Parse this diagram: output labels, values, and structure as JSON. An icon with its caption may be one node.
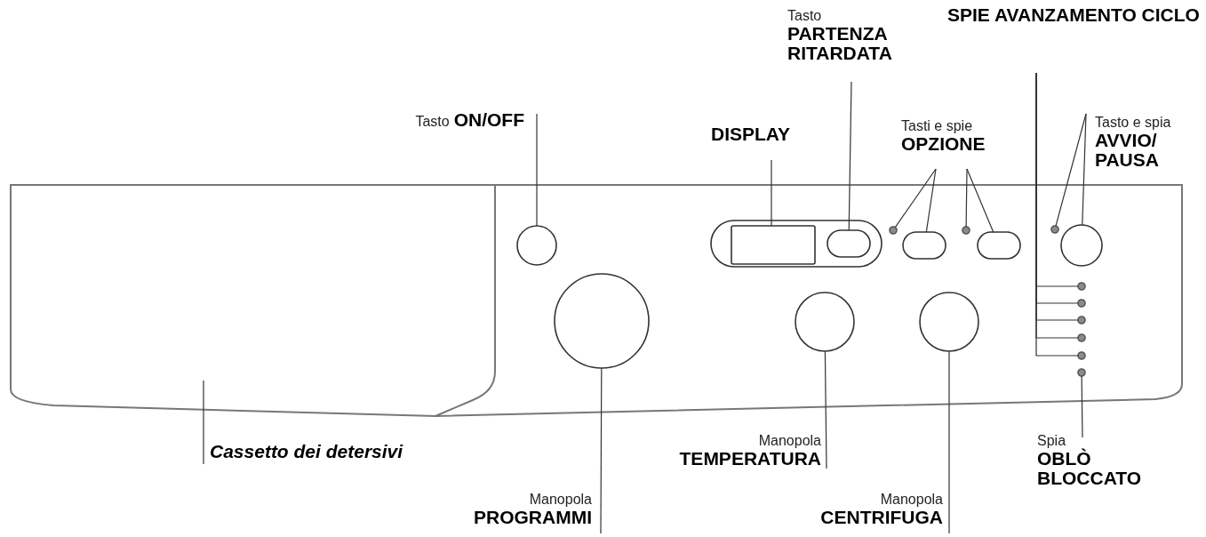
{
  "diagram": {
    "nodes": [
      {
        "text": [
          "Tasto",
          "ON/OFF"
        ]
      },
      {
        "text": [
          "DISPLAY"
        ]
      },
      {
        "text": [
          "Tasto",
          "PARTENZA RITARDATA"
        ]
      },
      {
        "text": [
          "Tasti e spie",
          "OPZIONE"
        ]
      },
      {
        "text": [
          "SPIE AVANZAMENTO CICLO"
        ]
      },
      {
        "text": [
          "Tasto e spia",
          "AVVIO/ PAUSA"
        ]
      },
      {
        "text": [
          "Cassetto dei detersivi"
        ]
      },
      {
        "text": [
          "Manopola",
          "PROGRAMMI"
        ]
      },
      {
        "text": [
          "Manopola",
          "TEMPERATURA"
        ]
      },
      {
        "text": [
          "Manopola",
          "CENTRIFUGA"
        ]
      },
      {
        "text": [
          "Spia",
          "OBLÒ BLOCCATO"
        ]
      },
      {
        "text": [],
        "shape": "box"
      },
      {
        "text": [],
        "shape": "circle"
      },
      {
        "text": [],
        "shape": "circle"
      },
      {
        "text": [],
        "shape": "box"
      },
      {
        "text": [],
        "shape": "oval"
      },
      {
        "text": [],
        "shape": "circle"
      },
      {
        "text": [],
        "shape": "oval"
      },
      {
        "text": [],
        "shape": "circle"
      },
      {
        "text": [],
        "shape": "oval"
      },
      {
        "text": [],
        "shape": "circle"
      },
      {
        "text": [],
        "shape": "circle"
      },
      {
        "text": [],
        "shape": "circle"
      },
      {
        "text": [],
        "shape": "circle"
      },
      {
        "text": [],
        "shape": "circle"
      },
      {
        "text": [],
        "shape": "circle"
      },
      {
        "text": [],
        "shape": "circle"
      },
      {
        "text": [],
        "shape": "circle"
      },
      {
        "text": [],
        "shape": "circle"
      },
      {
        "text": [],
        "shape": "circle"
      }
    ],
    "edges": [
      {
        "from": 0,
        "to": 12,
        "arrow": "none"
      },
      {
        "from": 1,
        "to": 14,
        "arrow": "none"
      },
      {
        "from": 2,
        "to": 15,
        "arrow": "none"
      },
      {
        "from": 3,
        "to": 16,
        "arrow": "none"
      },
      {
        "from": 3,
        "to": 17,
        "arrow": "none"
      },
      {
        "from": 3,
        "to": 18,
        "arrow": "none"
      },
      {
        "from": 3,
        "to": 19,
        "arrow": "none"
      },
      {
        "from": 4,
        "to": 24,
        "arrow": "none"
      },
      {
        "from": 4,
        "to": 25,
        "arrow": "none"
      },
      {
        "from": 4,
        "to": 26,
        "arrow": "none"
      },
      {
        "from": 4,
        "to": 27,
        "arrow": "none"
      },
      {
        "from": 4,
        "to": 28,
        "arrow": "none"
      },
      {
        "from": 5,
        "to": 20,
        "arrow": "none"
      },
      {
        "from": 5,
        "to": 21,
        "arrow": "none"
      },
      {
        "from": 6,
        "to": 11,
        "arrow": "none"
      },
      {
        "from": 7,
        "to": 13,
        "arrow": "none"
      },
      {
        "from": 8,
        "to": 22,
        "arrow": "none"
      },
      {
        "from": 9,
        "to": 23,
        "arrow": "none"
      },
      {
        "from": 10,
        "to": 29,
        "arrow": "none"
      }
    ]
  }
}
